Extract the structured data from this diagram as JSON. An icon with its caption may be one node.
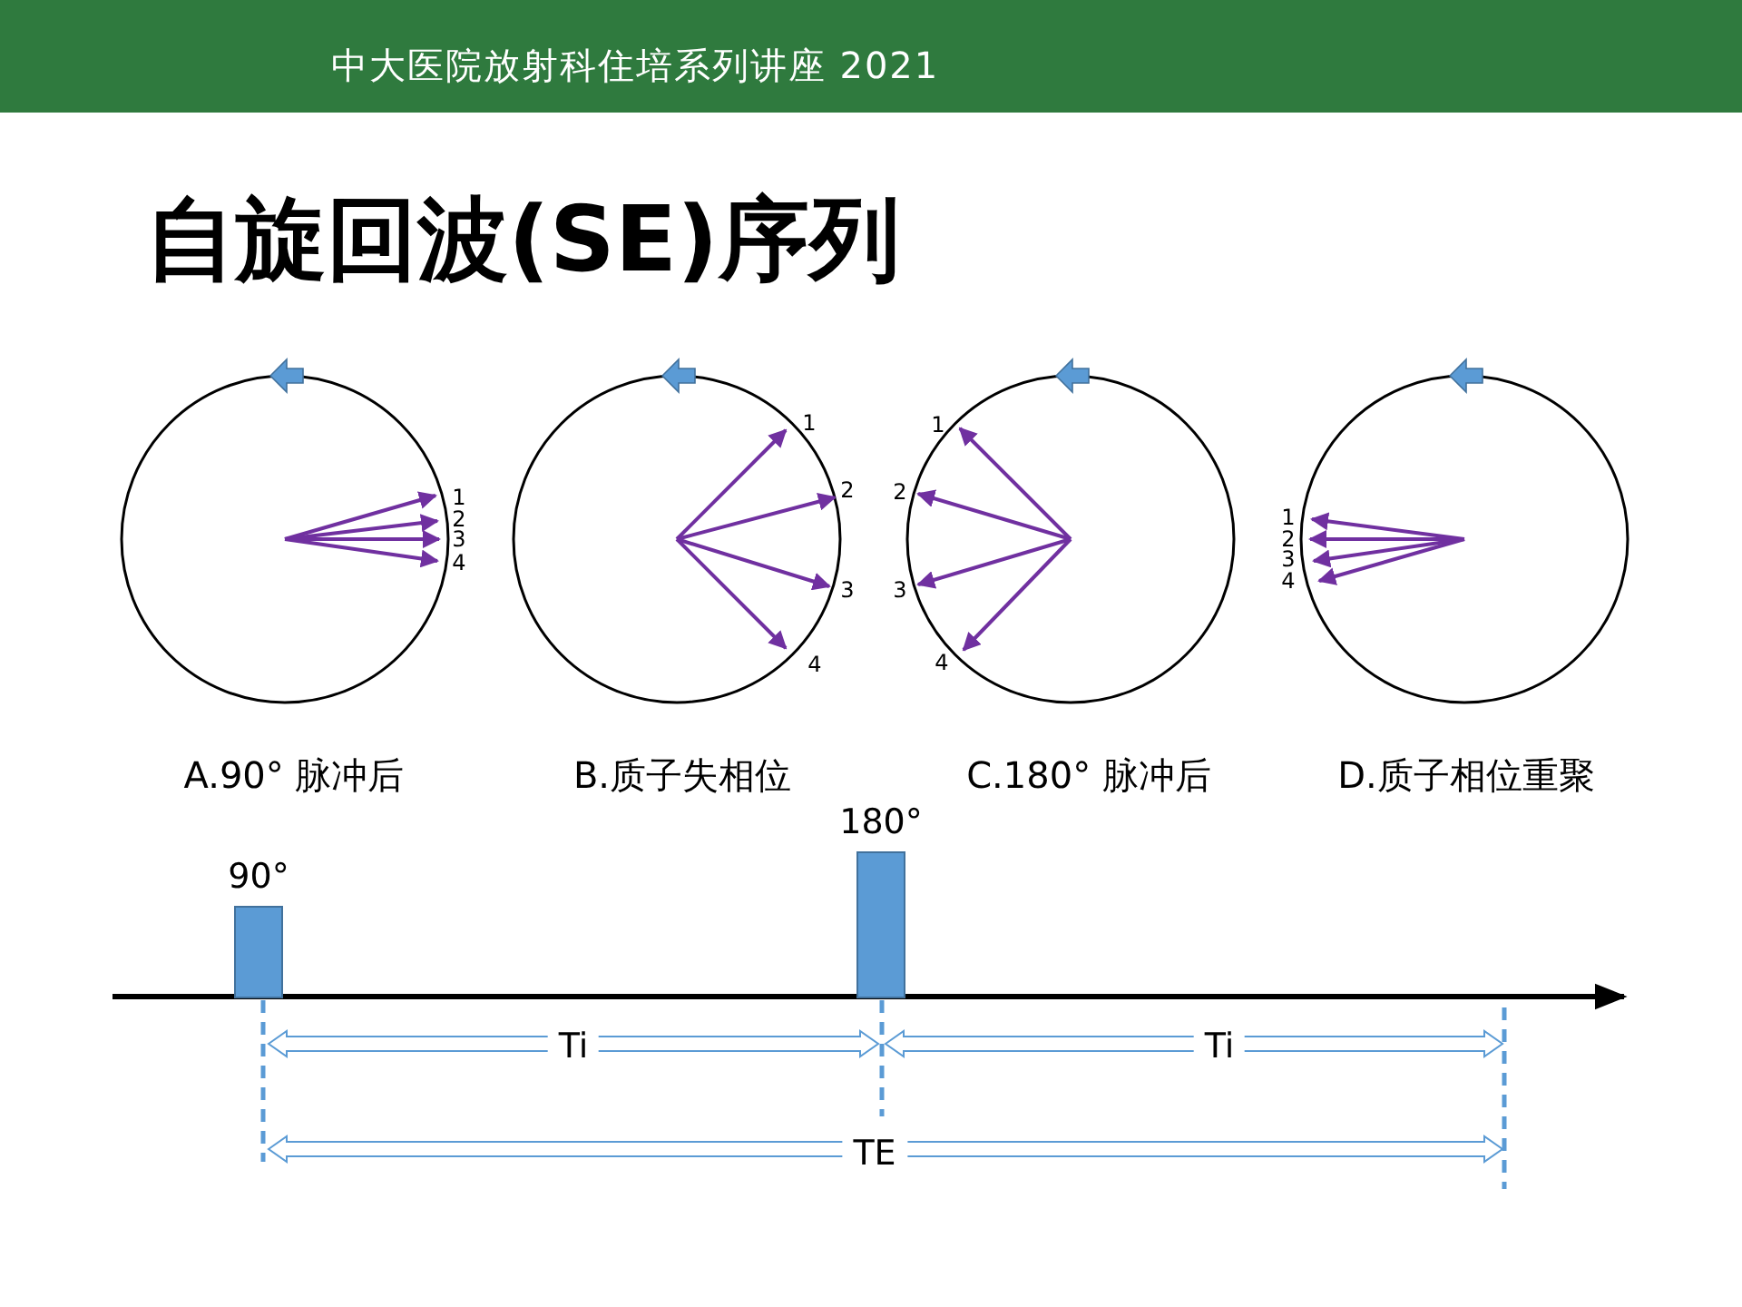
{
  "diagram": {
    "title": "自旋回波(SE)序列",
    "nodes": [
      {
        "text": [
          "90°"
        ]
      },
      {
        "text": [
          "180°"
        ]
      }
    ],
    "edges": [],
    "labels": [
      "中大医院放射科住培系列讲座 2021",
      "1",
      "2",
      "3",
      "4",
      "1",
      "2",
      "3",
      "4",
      "1",
      "2",
      "3",
      "4",
      "1",
      "2",
      "3",
      "4",
      "A.90° 脉冲后",
      "B.质子失相位",
      "C.180° 脉冲后",
      "D.质子相位重聚",
      "Ti",
      "Ti",
      "TE"
    ]
  }
}
